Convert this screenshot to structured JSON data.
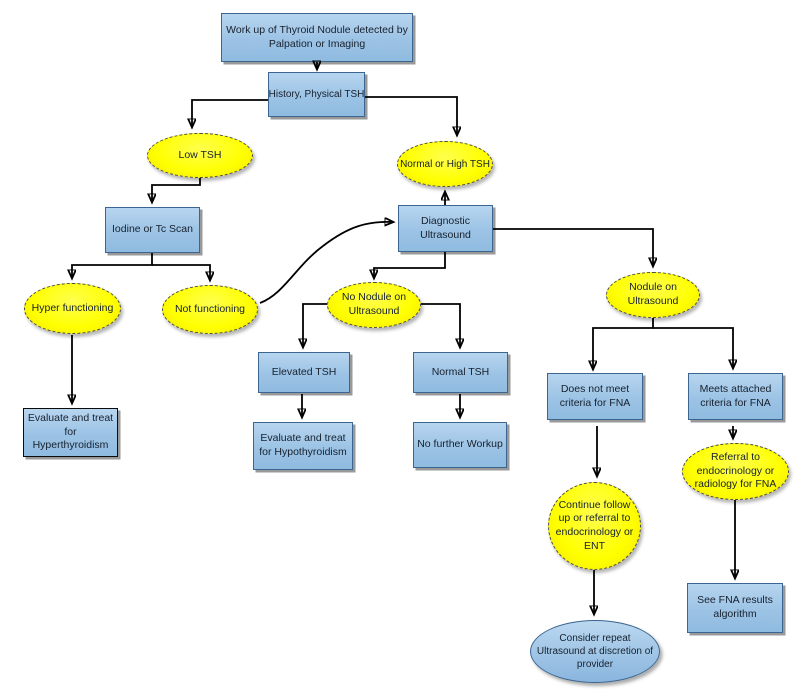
{
  "diagram": {
    "colors": {
      "box_fill": "#9cc3e5",
      "box_border": "#3c6690",
      "ellipse_fill": "#ffff00",
      "ellipse_border": "#4a4a4a",
      "arrow": "#000000",
      "background": "#ffffff"
    },
    "nodes": {
      "workup": {
        "shape": "box",
        "label": "Work up of Thyroid Nodule detected by Palpation or Imaging"
      },
      "history": {
        "shape": "box",
        "label": "History, Physical TSH"
      },
      "low_tsh": {
        "shape": "ellipse",
        "label": "Low TSH"
      },
      "normal_high_tsh": {
        "shape": "ellipse",
        "label": "Normal or High TSH"
      },
      "iodine_scan": {
        "shape": "box",
        "label": "Iodine or Tc Scan"
      },
      "hyper_functioning": {
        "shape": "ellipse",
        "label": "Hyper functioning"
      },
      "not_functioning": {
        "shape": "ellipse",
        "label": "Not functioning"
      },
      "diagnostic_us": {
        "shape": "box",
        "label": "Diagnostic Ultrasound"
      },
      "no_nodule": {
        "shape": "ellipse",
        "label": "No Nodule on Ultrasound"
      },
      "nodule": {
        "shape": "ellipse",
        "label": "Nodule on Ultrasound"
      },
      "elevated_tsh": {
        "shape": "box",
        "label": "Elevated TSH"
      },
      "normal_tsh": {
        "shape": "box",
        "label": "Normal TSH"
      },
      "treat_hyper": {
        "shape": "box",
        "label": "Evaluate and treat for Hyperthyroidism"
      },
      "treat_hypo": {
        "shape": "box",
        "label": "Evaluate and treat for Hypothyroidism"
      },
      "no_further": {
        "shape": "box",
        "label": "No further Workup"
      },
      "no_fna": {
        "shape": "box",
        "label": "Does not meet criteria for FNA"
      },
      "meets_fna": {
        "shape": "box",
        "label": "Meets attached criteria for FNA"
      },
      "referral_fna": {
        "shape": "ellipse",
        "label": "Referral to endocrinology or radiology for FNA"
      },
      "continue_followup": {
        "shape": "ellipse",
        "label": "Continue follow up or referral to endocrinology or ENT"
      },
      "repeat_us": {
        "shape": "ellipse-blue",
        "label": "Consider repeat Ultrasound at discretion of provider"
      },
      "see_fna": {
        "shape": "box",
        "label": "See FNA results algorithm"
      }
    },
    "edges": [
      {
        "from": "workup",
        "to": "history"
      },
      {
        "from": "history",
        "to": "low_tsh"
      },
      {
        "from": "history",
        "to": "normal_high_tsh"
      },
      {
        "from": "low_tsh",
        "to": "iodine_scan"
      },
      {
        "from": "iodine_scan",
        "to": "hyper_functioning"
      },
      {
        "from": "iodine_scan",
        "to": "not_functioning"
      },
      {
        "from": "hyper_functioning",
        "to": "treat_hyper"
      },
      {
        "from": "not_functioning",
        "to": "diagnostic_us"
      },
      {
        "from": "diagnostic_us",
        "to": "normal_high_tsh"
      },
      {
        "from": "diagnostic_us",
        "to": "nodule"
      },
      {
        "from": "diagnostic_us",
        "to": "no_nodule"
      },
      {
        "from": "no_nodule",
        "to": "elevated_tsh"
      },
      {
        "from": "no_nodule",
        "to": "normal_tsh"
      },
      {
        "from": "elevated_tsh",
        "to": "treat_hypo"
      },
      {
        "from": "normal_tsh",
        "to": "no_further"
      },
      {
        "from": "nodule",
        "to": "no_fna"
      },
      {
        "from": "nodule",
        "to": "meets_fna"
      },
      {
        "from": "no_fna",
        "to": "continue_followup"
      },
      {
        "from": "continue_followup",
        "to": "repeat_us"
      },
      {
        "from": "meets_fna",
        "to": "referral_fna"
      },
      {
        "from": "referral_fna",
        "to": "see_fna"
      }
    ]
  }
}
